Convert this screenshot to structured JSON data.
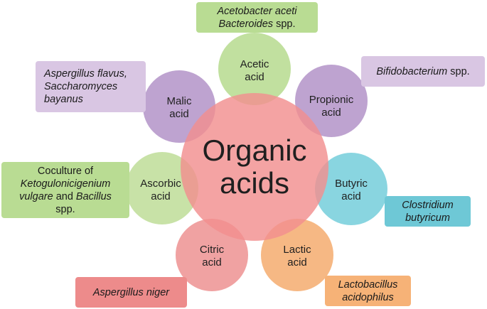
{
  "center": {
    "line1": "Organic",
    "line2": "acids",
    "color": "#f28f8f"
  },
  "acids": [
    {
      "key": "acetic",
      "line1": "Acetic",
      "line2": "acid",
      "color": "#bcdd97"
    },
    {
      "key": "propionic",
      "line1": "Propionic",
      "line2": "acid",
      "color": "#b99bcc"
    },
    {
      "key": "butyric",
      "line1": "Butyric",
      "line2": "acid",
      "color": "#7fd1dd"
    },
    {
      "key": "lactic",
      "line1": "Lactic",
      "line2": "acid",
      "color": "#f5b27a"
    },
    {
      "key": "citric",
      "line1": "Citric",
      "line2": "acid",
      "color": "#ef9a9a"
    },
    {
      "key": "ascorbic",
      "line1": "Ascorbic",
      "line2": "acid",
      "color": "#c3e0a0"
    },
    {
      "key": "malic",
      "line1": "Malic",
      "line2": "acid",
      "color": "#b99bcc"
    }
  ],
  "organisms": {
    "acetic": {
      "a": "Acetobacter aceti",
      "b": "Bacteroides",
      "c": " spp.",
      "color": "#b9dc93"
    },
    "propionic": {
      "a": "Bifidobacterium",
      "b": " spp.",
      "color": "#d9c6e3"
    },
    "butyric": {
      "a": "Clostridium",
      "b": "butyricum",
      "color": "#6ec8d6"
    },
    "lactic": {
      "a": "Lactobacillus",
      "b": "acidophilus",
      "color": "#f6b277"
    },
    "citric": {
      "a": "Aspergillus niger",
      "color": "#ed8b8b"
    },
    "ascorbic": {
      "a": "Coculture of",
      "b": "Ketogulonicigenium",
      "c": "vulgare",
      "d": " and ",
      "e": "Bacillus",
      "f": "spp.",
      "color": "#b9dc93"
    },
    "malic": {
      "a": "Aspergillus flavus,",
      "b": "Saccharomyces",
      "c": "bayanus",
      "color": "#d9c6e3"
    }
  }
}
